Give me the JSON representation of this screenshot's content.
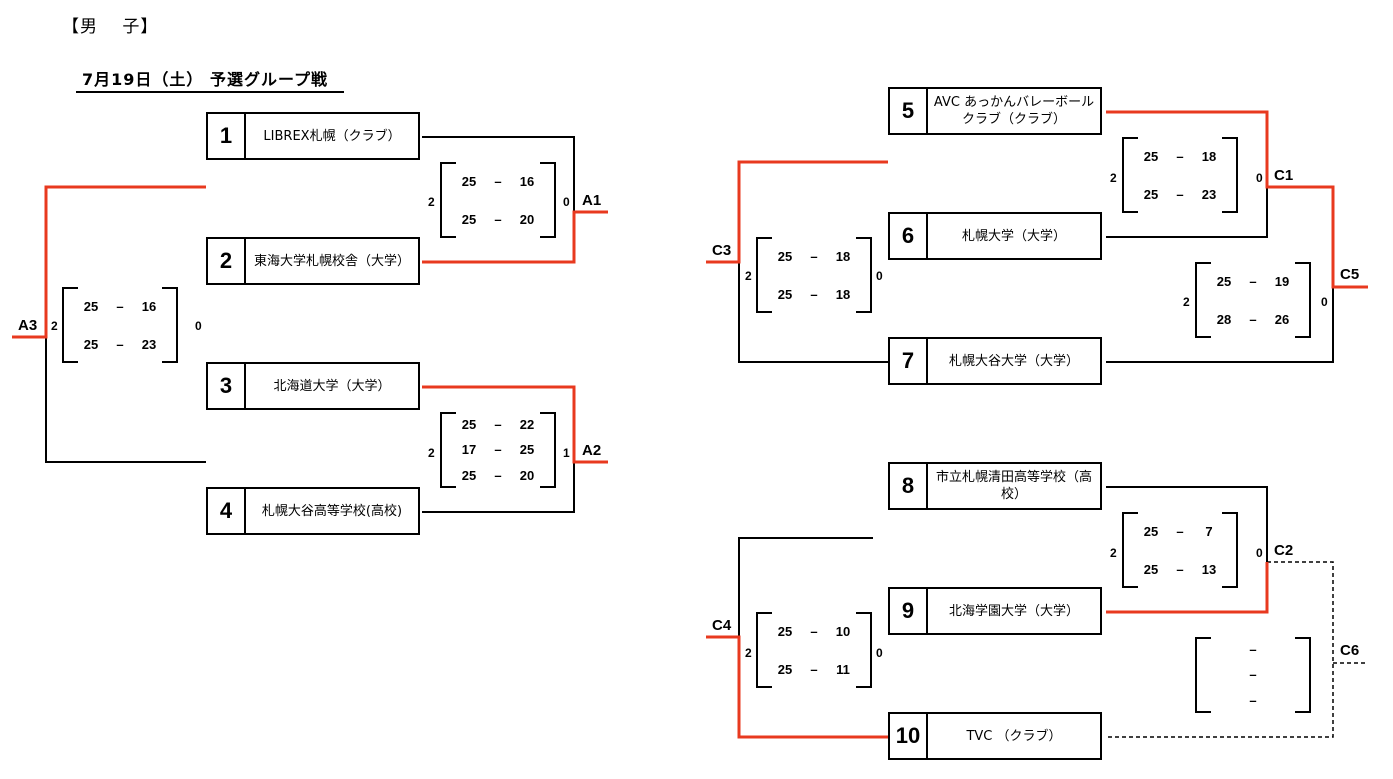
{
  "header": {
    "title": "【男　 子】",
    "subtitle": "7月19日（土）  予選グループ戦"
  },
  "colors": {
    "winner_line": "#e8391f",
    "line": "#000000"
  },
  "teams": [
    {
      "seed": "1",
      "name": "LIBREX札幌（クラブ）"
    },
    {
      "seed": "2",
      "name": "東海大学札幌校舎（大学）"
    },
    {
      "seed": "3",
      "name": "北海道大学（大学）"
    },
    {
      "seed": "4",
      "name": "札幌大谷高等学校(高校)"
    },
    {
      "seed": "5",
      "name": "AVC あっかんバレーボールクラブ（クラブ）"
    },
    {
      "seed": "6",
      "name": "札幌大学（大学）"
    },
    {
      "seed": "7",
      "name": "札幌大谷大学（大学）"
    },
    {
      "seed": "8",
      "name": "市立札幌清田高等学校（高校）"
    },
    {
      "seed": "9",
      "name": "北海学園大学（大学）"
    },
    {
      "seed": "10",
      "name": "TVC （クラブ）"
    }
  ],
  "matches": {
    "A1": {
      "code": "A1",
      "left_sets": "2",
      "right_sets": "0",
      "sets": [
        [
          "25",
          "16"
        ],
        [
          "25",
          "20"
        ]
      ]
    },
    "A2": {
      "code": "A2",
      "left_sets": "2",
      "right_sets": "1",
      "sets": [
        [
          "25",
          "22"
        ],
        [
          "17",
          "25"
        ],
        [
          "25",
          "20"
        ]
      ]
    },
    "A3": {
      "code": "A3",
      "left_sets": "2",
      "right_sets": "0",
      "sets": [
        [
          "25",
          "16"
        ],
        [
          "25",
          "23"
        ]
      ]
    },
    "C1": {
      "code": "C1",
      "left_sets": "2",
      "right_sets": "0",
      "sets": [
        [
          "25",
          "18"
        ],
        [
          "25",
          "23"
        ]
      ]
    },
    "C2": {
      "code": "C2",
      "left_sets": "2",
      "right_sets": "0",
      "sets": [
        [
          "25",
          "7"
        ],
        [
          "25",
          "13"
        ]
      ]
    },
    "C3": {
      "code": "C3",
      "left_sets": "2",
      "right_sets": "0",
      "sets": [
        [
          "25",
          "18"
        ],
        [
          "25",
          "18"
        ]
      ]
    },
    "C4": {
      "code": "C4",
      "left_sets": "2",
      "right_sets": "0",
      "sets": [
        [
          "25",
          "10"
        ],
        [
          "25",
          "11"
        ]
      ]
    },
    "C5": {
      "code": "C5",
      "left_sets": "2",
      "right_sets": "0",
      "sets": [
        [
          "25",
          "19"
        ],
        [
          "28",
          "26"
        ]
      ]
    },
    "C6": {
      "code": "C6",
      "left_sets": "",
      "right_sets": "",
      "sets": [
        [
          "",
          ""
        ],
        [
          "",
          ""
        ],
        [
          "",
          ""
        ]
      ]
    }
  },
  "dash": "–"
}
